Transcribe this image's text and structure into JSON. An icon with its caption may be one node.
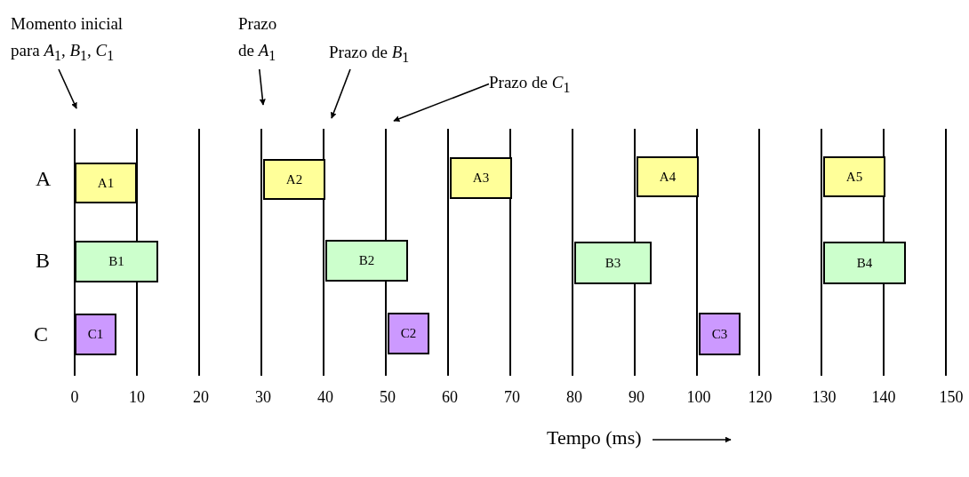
{
  "diagram": {
    "nodes": [
      {
        "text": [
          "A1"
        ]
      },
      {
        "text": [
          "A2"
        ]
      },
      {
        "text": [
          "A3"
        ]
      },
      {
        "text": [
          "A4"
        ]
      },
      {
        "text": [
          "A5"
        ]
      },
      {
        "text": [
          "B1"
        ]
      },
      {
        "text": [
          "B2"
        ]
      },
      {
        "text": [
          "B3"
        ]
      },
      {
        "text": [
          "B4"
        ]
      },
      {
        "text": [
          "C1"
        ]
      },
      {
        "text": [
          "C2"
        ]
      },
      {
        "text": [
          "C3"
        ]
      },
      {
        "text": [
          "Momento inicial para *A*$_{1}$, *B*$_{1}$, *C*$_{1}$"
        ]
      },
      {
        "text": [
          "Prazo de *A*$_{1}$"
        ]
      },
      {
        "text": [
          "Prazo de *B*$_{1}$"
        ]
      },
      {
        "text": [
          "Prazo de *C*$_{1}$"
        ]
      }
    ],
    "edges": [
      {
        "from": 12,
        "to": null,
        "arrow": "to"
      },
      {
        "from": 13,
        "to": null,
        "arrow": "to"
      },
      {
        "from": 14,
        "to": null,
        "arrow": "to"
      },
      {
        "from": 15,
        "to": null,
        "arrow": "to"
      }
    ],
    "labels": [
      "A",
      "B",
      "C",
      "0",
      "10",
      "20",
      "30",
      "40",
      "50",
      "60",
      "70",
      "80",
      "90",
      "100",
      "120",
      "130",
      "140",
      "150",
      "Tempo (ms)"
    ]
  }
}
